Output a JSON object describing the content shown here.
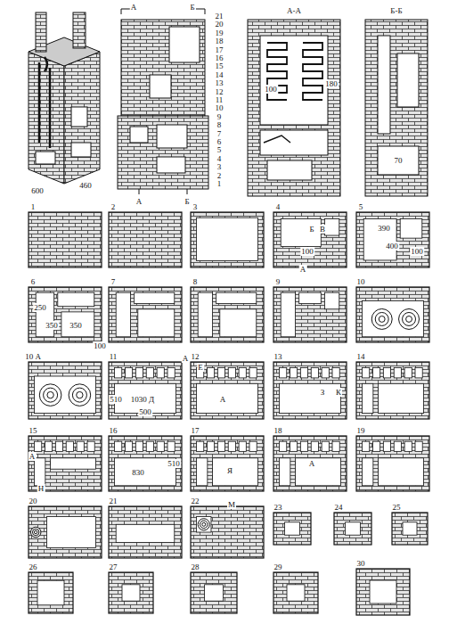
{
  "diagram": {
    "labels": [
      "600",
      "460",
      "А",
      "Б",
      "А",
      "Б",
      "21",
      "20",
      "19",
      "18",
      "17",
      "16",
      "15",
      "14",
      "13",
      "12",
      "11",
      "10",
      "9",
      "8",
      "7",
      "6",
      "5",
      "4",
      "3",
      "2",
      "1",
      "А-А",
      "Б-Б",
      "70",
      "100",
      "180",
      "1",
      "2",
      "3",
      "4",
      "5",
      "6",
      "7",
      "8",
      "9",
      "10",
      "10 А",
      "11",
      "12",
      "13",
      "14",
      "15",
      "16",
      "17",
      "18",
      "19",
      "20",
      "21",
      "22",
      "23",
      "24",
      "25",
      "26",
      "27",
      "28",
      "29",
      "30",
      "100",
      "Б",
      "В",
      "А",
      "390",
      "400",
      "100",
      "250",
      "350",
      "350",
      "100",
      "510",
      "1030 Д",
      "500",
      "А",
      "Е",
      "А",
      "К",
      "З",
      "А",
      "Н",
      "830",
      "510",
      "Я",
      "А",
      "М"
    ]
  }
}
